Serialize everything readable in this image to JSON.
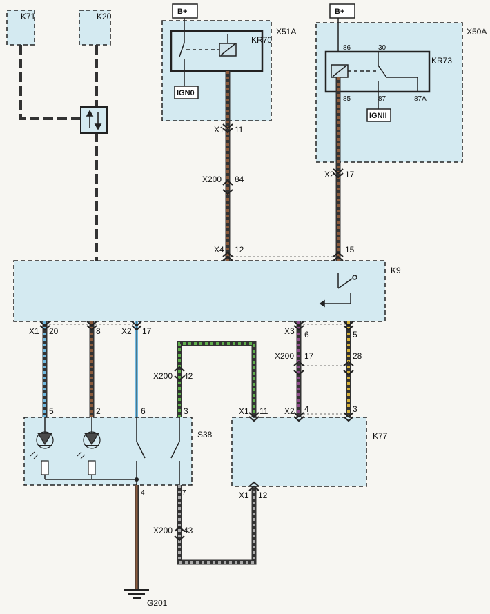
{
  "colors": {
    "component_fill": "#d4eaf1",
    "box_border": "#222222",
    "wire_dark": "#333333",
    "wire_brown": "#8a5a3c",
    "wire_blue": "#6fb8df",
    "wire_green": "#5fae4c",
    "wire_violet": "#8e4b8a",
    "wire_yellow": "#d8b23a",
    "led_fill": "#4a4a4a"
  },
  "components": {
    "k71": "K71",
    "k20": "K20",
    "k9": "K9",
    "k77": "K77",
    "s38": "S38",
    "x51a": "X51A",
    "x50a": "X50A",
    "kr70": "KR70",
    "kr73": "KR73",
    "ign0": "IGN0",
    "ign2": "IGNII",
    "ground": "G201",
    "b_plus": "B+"
  },
  "connectors": {
    "x1": "X1",
    "x2": "X2",
    "x3": "X3",
    "x4": "X4",
    "x200": "X200"
  },
  "pins": {
    "kr70_x1": "11",
    "x200_84": "84",
    "k9_x4": "12",
    "x50a_x2": "17",
    "k9_15": "15",
    "k9_x1": "20",
    "k9_8": "8",
    "k9_x2": "17",
    "k9_x3": "6",
    "k9_5": "5",
    "x200_17": "17",
    "x200_28": "28",
    "x200_42": "42",
    "x200_43": "43",
    "s38_5": "5",
    "s38_2": "2",
    "s38_6": "6",
    "s38_3": "3",
    "s38_4": "4",
    "s38_7": "7",
    "k77_x1": "11",
    "k77_x2": "4",
    "k77_3": "3",
    "k77_x1_12": "12"
  },
  "relay_kr73_pins": {
    "p86": "86",
    "p30": "30",
    "p85": "85",
    "p87": "87",
    "p87a": "87A"
  },
  "icons": {
    "bus_gateway": "bidirectional-arrow-icon",
    "relay": "relay-coil-icon",
    "ground": "ground-icon",
    "led": "led-icon",
    "switch": "switch-icon"
  }
}
